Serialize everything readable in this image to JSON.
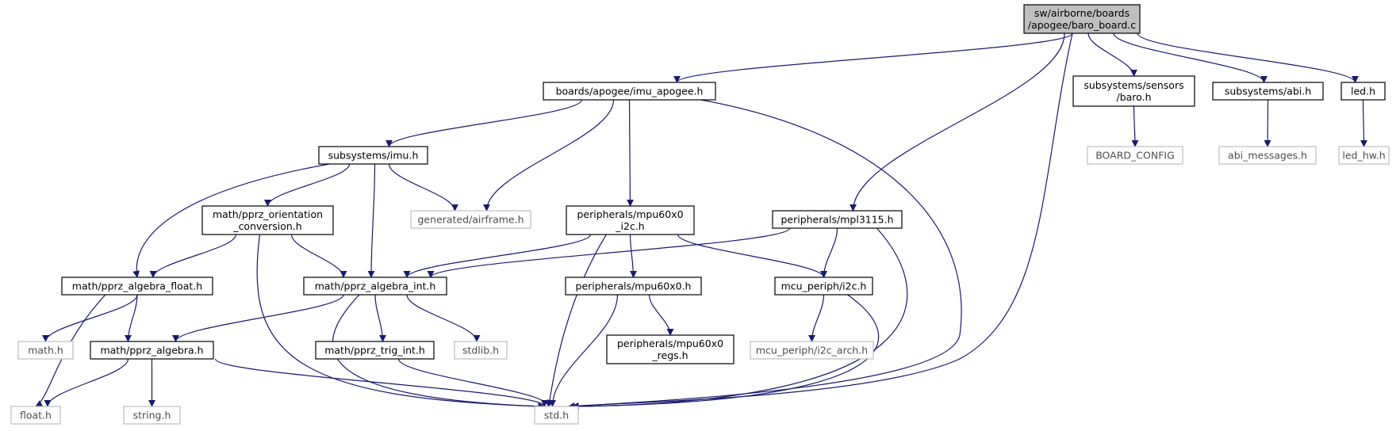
{
  "diagram": {
    "nodes": [
      {
        "id": "root",
        "lines": [
          "sw/airborne/boards",
          "/apogee/baro_board.c"
        ],
        "kind": "root"
      },
      {
        "id": "imu_apogee",
        "lines": [
          "boards/apogee/imu_apogee.h"
        ],
        "kind": "file"
      },
      {
        "id": "sensors_baro",
        "lines": [
          "subsystems/sensors",
          "/baro.h"
        ],
        "kind": "file"
      },
      {
        "id": "abi",
        "lines": [
          "subsystems/abi.h"
        ],
        "kind": "file"
      },
      {
        "id": "led",
        "lines": [
          "led.h"
        ],
        "kind": "file"
      },
      {
        "id": "board_config",
        "lines": [
          "BOARD_CONFIG"
        ],
        "kind": "external"
      },
      {
        "id": "abi_messages",
        "lines": [
          "abi_messages.h"
        ],
        "kind": "external"
      },
      {
        "id": "led_hw",
        "lines": [
          "led_hw.h"
        ],
        "kind": "external"
      },
      {
        "id": "imu",
        "lines": [
          "subsystems/imu.h"
        ],
        "kind": "file"
      },
      {
        "id": "airframe",
        "lines": [
          "generated/airframe.h"
        ],
        "kind": "external"
      },
      {
        "id": "orientation",
        "lines": [
          "math/pprz_orientation",
          "_conversion.h"
        ],
        "kind": "file"
      },
      {
        "id": "mpu60x0_i2c",
        "lines": [
          "peripherals/mpu60x0",
          "_i2c.h"
        ],
        "kind": "file"
      },
      {
        "id": "mpl3115",
        "lines": [
          "peripherals/mpl3115.h"
        ],
        "kind": "file"
      },
      {
        "id": "algebra_float",
        "lines": [
          "math/pprz_algebra_float.h"
        ],
        "kind": "file"
      },
      {
        "id": "algebra_int",
        "lines": [
          "math/pprz_algebra_int.h"
        ],
        "kind": "file"
      },
      {
        "id": "mpu60x0",
        "lines": [
          "peripherals/mpu60x0.h"
        ],
        "kind": "file"
      },
      {
        "id": "i2c",
        "lines": [
          "mcu_periph/i2c.h"
        ],
        "kind": "file"
      },
      {
        "id": "math",
        "lines": [
          "math.h"
        ],
        "kind": "external"
      },
      {
        "id": "algebra",
        "lines": [
          "math/pprz_algebra.h"
        ],
        "kind": "file"
      },
      {
        "id": "trig_int",
        "lines": [
          "math/pprz_trig_int.h"
        ],
        "kind": "file"
      },
      {
        "id": "stdlib",
        "lines": [
          "stdlib.h"
        ],
        "kind": "external"
      },
      {
        "id": "mpu60x0_regs",
        "lines": [
          "peripherals/mpu60x0",
          "_regs.h"
        ],
        "kind": "file"
      },
      {
        "id": "i2c_arch",
        "lines": [
          "mcu_periph/i2c_arch.h"
        ],
        "kind": "external"
      },
      {
        "id": "float",
        "lines": [
          "float.h"
        ],
        "kind": "external"
      },
      {
        "id": "string",
        "lines": [
          "string.h"
        ],
        "kind": "external"
      },
      {
        "id": "std",
        "lines": [
          "std.h"
        ],
        "kind": "external"
      }
    ],
    "edges": [
      [
        "root",
        "imu_apogee"
      ],
      [
        "root",
        "sensors_baro"
      ],
      [
        "root",
        "abi"
      ],
      [
        "root",
        "led"
      ],
      [
        "root",
        "mpl3115"
      ],
      [
        "root",
        "std"
      ],
      [
        "sensors_baro",
        "board_config"
      ],
      [
        "abi",
        "abi_messages"
      ],
      [
        "led",
        "led_hw"
      ],
      [
        "imu_apogee",
        "imu"
      ],
      [
        "imu_apogee",
        "airframe"
      ],
      [
        "imu_apogee",
        "mpu60x0_i2c"
      ],
      [
        "imu_apogee",
        "std"
      ],
      [
        "imu",
        "algebra_float"
      ],
      [
        "imu",
        "orientation"
      ],
      [
        "imu",
        "airframe"
      ],
      [
        "imu",
        "algebra_int"
      ],
      [
        "orientation",
        "algebra_float"
      ],
      [
        "orientation",
        "algebra_int"
      ],
      [
        "orientation",
        "std"
      ],
      [
        "mpu60x0_i2c",
        "algebra_int"
      ],
      [
        "mpu60x0_i2c",
        "std"
      ],
      [
        "mpu60x0_i2c",
        "mpu60x0"
      ],
      [
        "mpu60x0_i2c",
        "i2c"
      ],
      [
        "mpl3115",
        "algebra_int"
      ],
      [
        "mpl3115",
        "i2c"
      ],
      [
        "mpl3115",
        "std"
      ],
      [
        "algebra_float",
        "float"
      ],
      [
        "algebra_float",
        "math"
      ],
      [
        "algebra_float",
        "algebra"
      ],
      [
        "algebra_int",
        "algebra"
      ],
      [
        "algebra_int",
        "std"
      ],
      [
        "algebra_int",
        "trig_int"
      ],
      [
        "algebra_int",
        "stdlib"
      ],
      [
        "mpu60x0",
        "std"
      ],
      [
        "mpu60x0",
        "mpu60x0_regs"
      ],
      [
        "i2c",
        "i2c_arch"
      ],
      [
        "i2c",
        "std"
      ],
      [
        "algebra",
        "float"
      ],
      [
        "algebra",
        "string"
      ],
      [
        "algebra",
        "std"
      ],
      [
        "trig_int",
        "std"
      ]
    ]
  }
}
